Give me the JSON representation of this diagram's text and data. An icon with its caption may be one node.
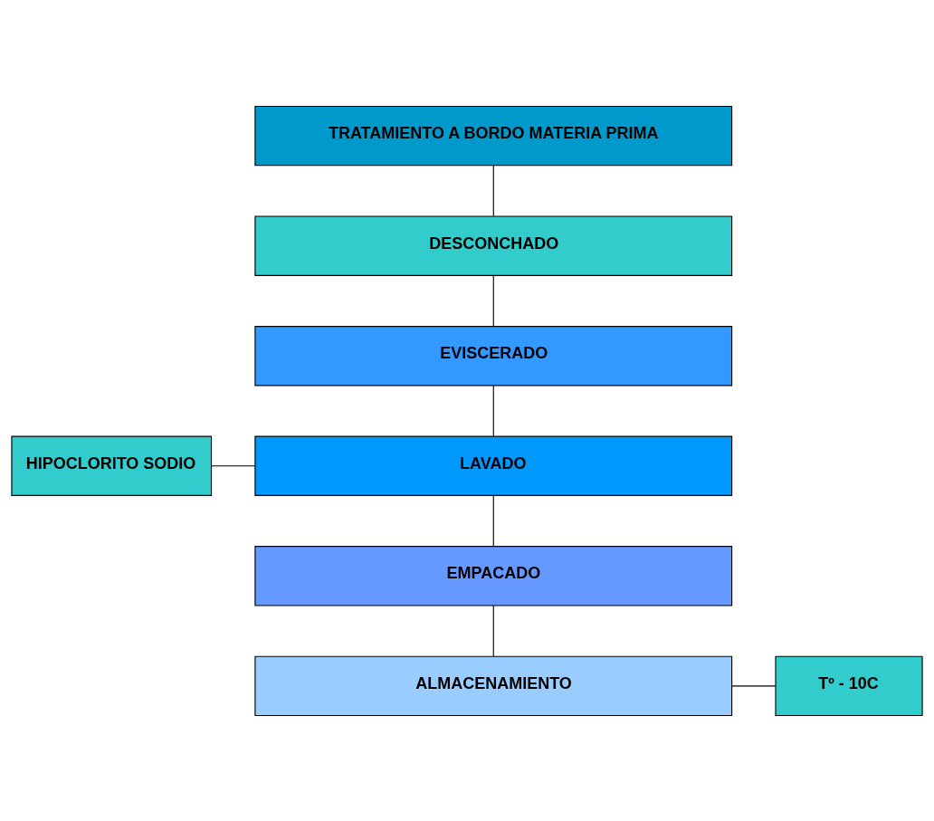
{
  "diagram": {
    "nodes": [
      {
        "text": [
          "TRATAMIENTO A BORDO MATERIA PRIMA"
        ]
      },
      {
        "text": [
          "DESCONCHADO"
        ]
      },
      {
        "text": [
          "EVISCERADO"
        ]
      },
      {
        "text": [
          "HIPOCLORITO SODIO"
        ]
      },
      {
        "text": [
          "LAVADO"
        ]
      },
      {
        "text": [
          "EMPACADO"
        ]
      },
      {
        "text": [
          "ALMACENAMIENTO"
        ]
      },
      {
        "text": [
          "Tº - 10C"
        ]
      }
    ],
    "edges": [
      {
        "from": 0,
        "to": 1,
        "arrow": "none"
      },
      {
        "from": 1,
        "to": 2,
        "arrow": "none"
      },
      {
        "from": 2,
        "to": 4,
        "arrow": "none"
      },
      {
        "from": 3,
        "to": 4,
        "arrow": "none"
      },
      {
        "from": 4,
        "to": 5,
        "arrow": "none"
      },
      {
        "from": 5,
        "to": 6,
        "arrow": "none"
      },
      {
        "from": 6,
        "to": 7,
        "arrow": "none"
      }
    ]
  }
}
